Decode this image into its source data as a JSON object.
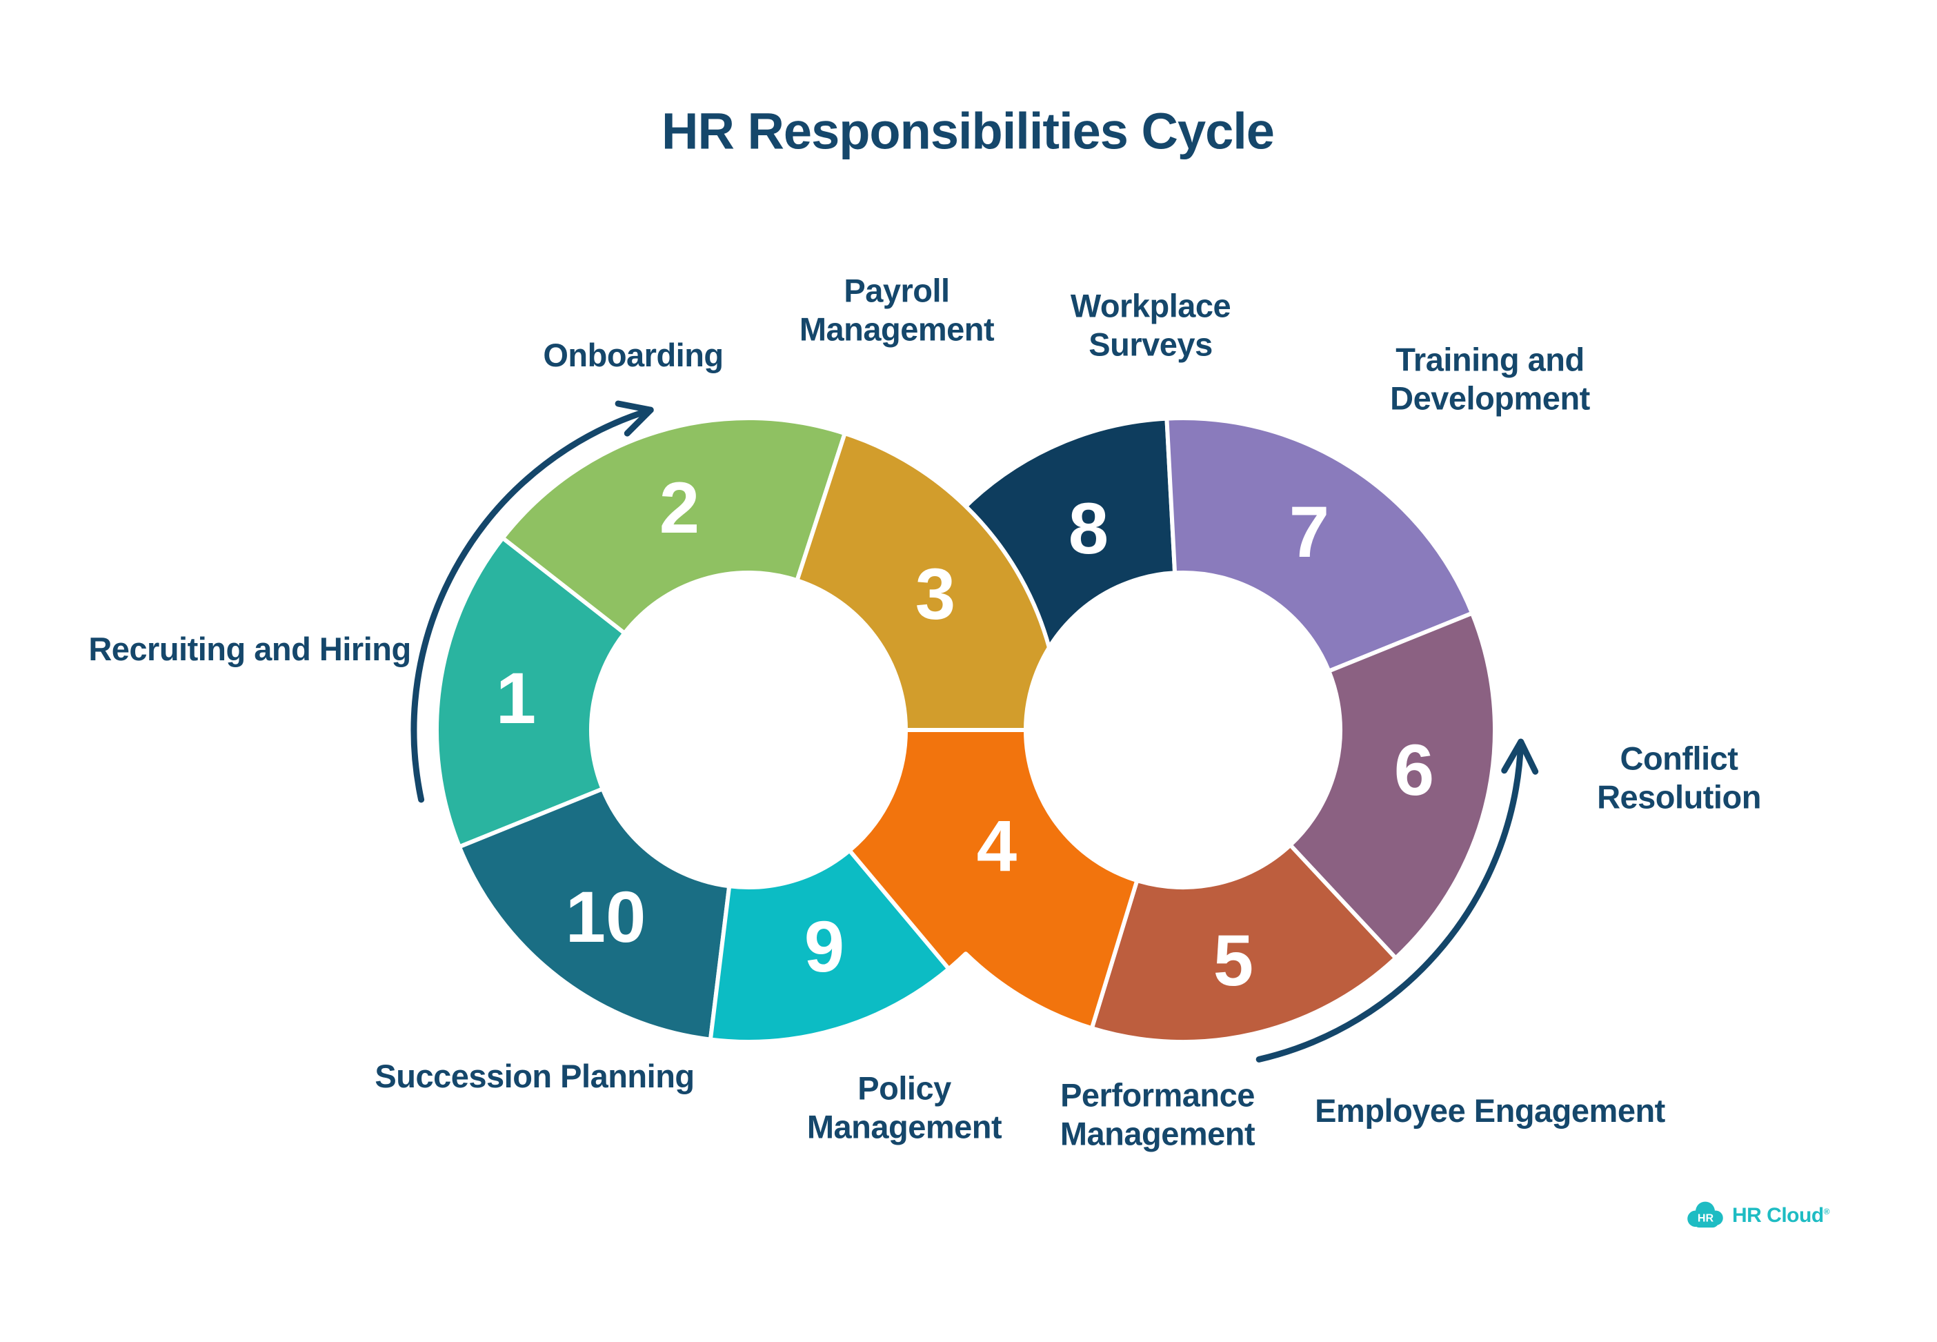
{
  "title": "HR Responsibilities Cycle",
  "colors": {
    "text_navy": "#15476b",
    "arrow_navy": "#14466a",
    "background": "#ffffff",
    "logo_teal": "#1ebcc3",
    "number_white": "#ffffff"
  },
  "chart_data": {
    "type": "cycle-diagram",
    "title": "HR Responsibilities Cycle",
    "layout": "infinity-loop of two interlocking donut rings; steps 1-4 and 9-10 on left ring, 5-8 on right ring; clockwise flow arrows outside both rings",
    "steps": [
      {
        "number": "1",
        "label": "Recruiting and Hiring",
        "color": "#2ab4a0"
      },
      {
        "number": "2",
        "label": "Onboarding",
        "color": "#8fc162"
      },
      {
        "number": "3",
        "label": "Payroll\nManagement",
        "color": "#d29d2c"
      },
      {
        "number": "4",
        "label": "Performance\nManagement",
        "color": "#f2740d"
      },
      {
        "number": "5",
        "label": "Employee Engagement",
        "color": "#bd5e3e"
      },
      {
        "number": "6",
        "label": "Conflict Resolution",
        "color": "#8b6182"
      },
      {
        "number": "7",
        "label": "Training and\nDevelopment",
        "color": "#8a7bbc"
      },
      {
        "number": "8",
        "label": "Workplace\nSurveys",
        "color": "#0e3d5e"
      },
      {
        "number": "9",
        "label": "Policy\nManagement",
        "color": "#0cbcc4"
      },
      {
        "number": "10",
        "label": "Succession Planning",
        "color": "#1a6e84"
      }
    ]
  },
  "logo": {
    "badge": "HR",
    "name": "HR Cloud",
    "registered": "®"
  }
}
